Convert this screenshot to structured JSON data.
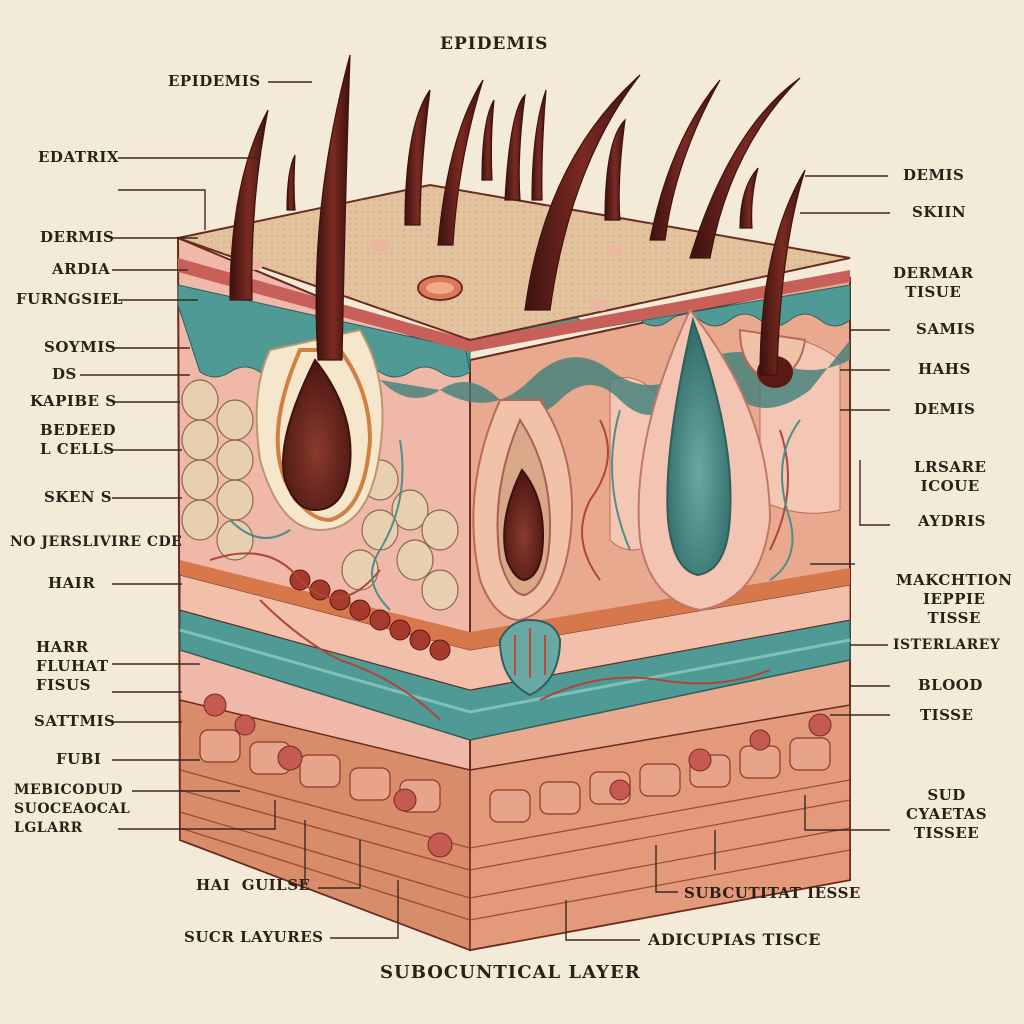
{
  "diagram": {
    "top_title": "EPIDEMIS",
    "bottom_title": "SUBOCUNTICAL LAYER",
    "left_labels": [
      "EPIDEMIS",
      "EDATRIX",
      "DERMIS",
      "ARDIA",
      "FURNGSIEL",
      "SOYMIS",
      "DS",
      "KAPIBE S",
      "BEDEED\nL CELLS",
      "SKEN S",
      "NO JERSLIVIRE CDE",
      "HAIR",
      "HARR\nFLUHAT\nFISUS",
      "SATTMIS",
      "FUBI",
      "MEBICODUD\nSUOCEAOCAL\nLGLARR"
    ],
    "right_labels": [
      "DEMIS",
      "SKIIN",
      "DERMAR\nTISUE",
      "SAMIS",
      "HAHS",
      "DEMIS",
      "LRSARE\nICOUE",
      "AYDRIS",
      "MAKCHTION\nIEPPIE\nTISSE",
      "ISTERLAREY",
      "BLOOD",
      "TISSE",
      "SUD\nCYAETAS\nTISSEE"
    ],
    "bottom_labels": [
      "HAI  GUILSE",
      "SUCR LAYURES",
      "SUBCUTITAT IESSE",
      "ADICUPIAS TISCE"
    ]
  },
  "colors": {
    "background": "#f4ead8",
    "epidermis_top": "#e2c39d",
    "teal_layer": "#4f9a94",
    "dermis_pink": "#f0b8a8",
    "fat_cells": "#e8cfb0",
    "subcutaneous": "#d98c6a",
    "hair": "#5a1f1a",
    "outline": "#6b2a1f"
  }
}
